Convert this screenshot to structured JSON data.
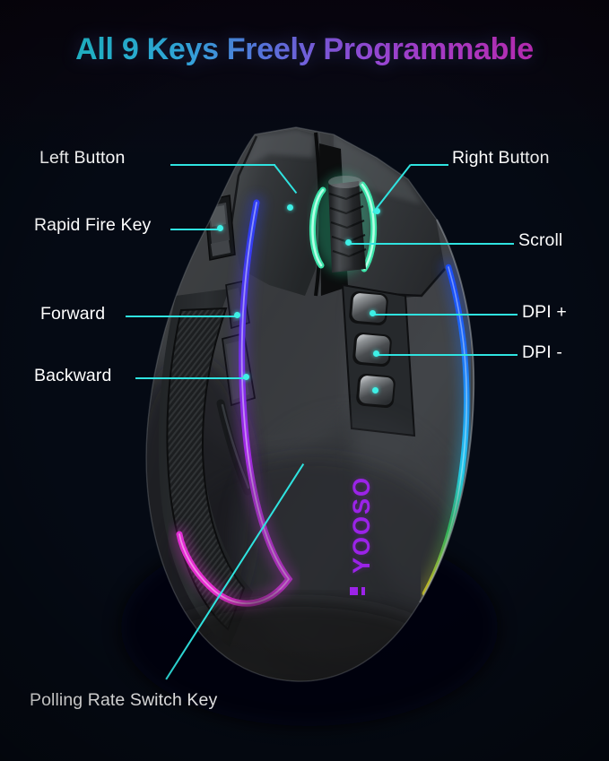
{
  "header": {
    "title": "All 9 Keys Freely Programmable",
    "gradient_start": "#24dcec",
    "gradient_mid": "#8a57e4",
    "gradient_end": "#ef2fd2"
  },
  "product": {
    "brand_logo": "YOOSO",
    "brand_logo_color": "#9b23e8",
    "type": "gaming-mouse",
    "body_color": "#2a2c2e"
  },
  "theme": {
    "background_top": "#08040f",
    "background_blue": "#0d2c52",
    "leader_line_color": "#2fe3e0",
    "label_color": "#ffffff",
    "rgb_left_strip": [
      "#3a4cf0",
      "#7b31e8",
      "#c22ae0",
      "#ec2bc8"
    ],
    "rgb_right_strip": [
      "#1f5ff5",
      "#21b8f0",
      "#2fe07a",
      "#e8e21f"
    ],
    "scroll_glow": "#35e6a8"
  },
  "callouts": {
    "left": [
      {
        "label": "Left Button"
      },
      {
        "label": "Rapid Fire Key"
      },
      {
        "label": "Forward"
      },
      {
        "label": "Backward"
      }
    ],
    "right": [
      {
        "label": "Right Button"
      },
      {
        "label": "Scroll"
      },
      {
        "label": "DPI +"
      },
      {
        "label": "DPI -"
      }
    ],
    "bottom": [
      {
        "label": "Polling Rate Switch Key"
      }
    ]
  }
}
